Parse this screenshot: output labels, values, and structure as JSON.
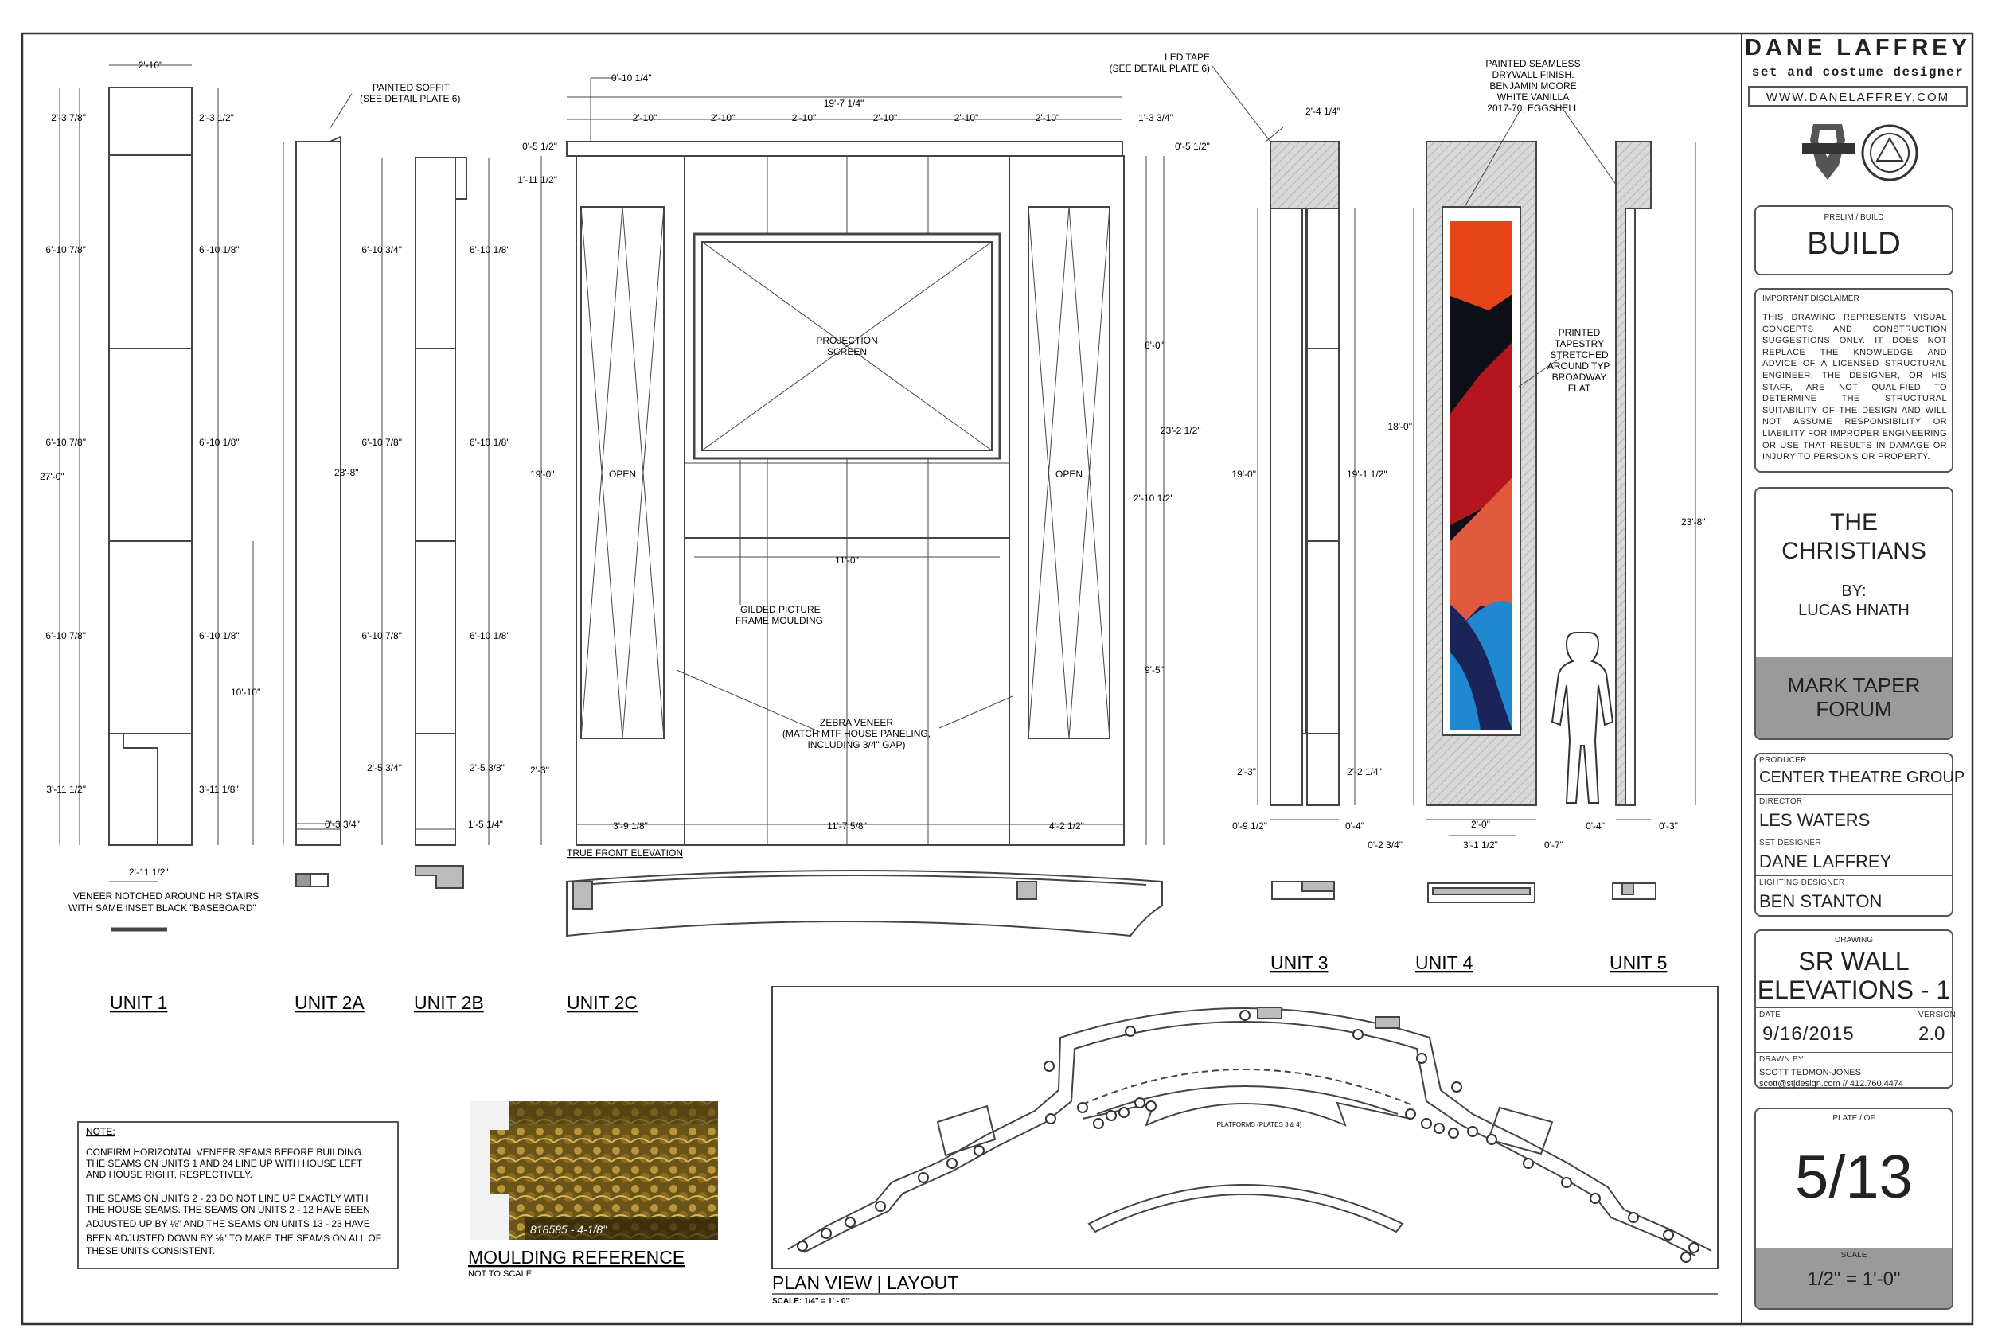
{
  "title_block": {
    "designer_name": "DANE LAFFREY",
    "designer_sub": "set and costume designer",
    "website": "WWW.DANELAFFREY.COM",
    "stage_label": "PRELIM / BUILD",
    "stage": "BUILD",
    "disclaimer_title": "IMPORTANT DISCLAIMER",
    "disclaimer_text": "THIS DRAWING REPRESENTS VISUAL CONCEPTS AND CONSTRUCTION SUGGESTIONS ONLY. IT DOES NOT REPLACE THE KNOWLEDGE AND ADVICE OF A LICENSED STRUCTURAL ENGINEER. THE DESIGNER, OR HIS STAFF, ARE NOT QUALIFIED TO DETERMINE THE STRUCTURAL SUITABILITY OF THE DESIGN AND WILL NOT ASSUME RESPONSIBILITY OR LIABILITY FOR IMPROPER ENGINEERING OR USE THAT RESULTS IN DAMAGE OR INJURY TO PERSONS OR PROPERTY.",
    "show_title_1": "THE",
    "show_title_2": "CHRISTIANS",
    "by_label": "BY:",
    "author": "LUCAS HNATH",
    "venue_1": "MARK TAPER",
    "venue_2": "FORUM",
    "producer_label": "PRODUCER",
    "producer": "CENTER THEATRE GROUP",
    "director_label": "DIRECTOR",
    "director": "LES WATERS",
    "set_designer_label": "SET DESIGNER",
    "set_designer": "DANE LAFFREY",
    "lighting_designer_label": "LIGHTING DESIGNER",
    "lighting_designer": "BEN STANTON",
    "drawing_label": "DRAWING",
    "drawing_1": "SR WALL",
    "drawing_2": "ELEVATIONS - 1",
    "date_label": "DATE",
    "date": "9/16/2015",
    "version_label": "VERSION",
    "version": "2.0",
    "drawn_by_label": "DRAWN BY",
    "drawn_by": "SCOTT TEDMON-JONES",
    "drawn_by_contact": "scott@stjdesign.com // 412.760.4474",
    "plate_label": "PLATE / OF",
    "plate": "5/13",
    "scale_label": "SCALE",
    "scale": "1/2\" = 1'-0\""
  },
  "unit_labels": {
    "unit1": "UNIT 1",
    "unit2a": "UNIT 2A",
    "unit2b": "UNIT 2B",
    "unit2c": "UNIT 2C",
    "unit3": "UNIT 3",
    "unit4": "UNIT 4",
    "unit5": "UNIT 5"
  },
  "annotations": {
    "painted_soffit_1": "PAINTED SOFFIT",
    "painted_soffit_2": "(SEE DETAIL PLATE 6)",
    "led_tape_1": "LED TAPE",
    "led_tape_2": "(SEE DETAIL PLATE 6)",
    "drywall_1": "PAINTED SEAMLESS",
    "drywall_2": "DRYWALL FINISH.",
    "drywall_3": "BENJAMIN MOORE",
    "drywall_4": "WHITE VANILLA",
    "drywall_5": "2017-70, EGGSHELL",
    "projection_1": "PROJECTION",
    "projection_2": "SCREEN",
    "open": "OPEN",
    "gilded_1": "GILDED PICTURE",
    "gilded_2": "FRAME MOULDING",
    "zebra_1": "ZEBRA VENEER",
    "zebra_2": "(MATCH MTF HOUSE PANELING,",
    "zebra_3": "INCLUDING 3/4\" GAP)",
    "tapestry_1": "PRINTED",
    "tapestry_2": "TAPESTRY",
    "tapestry_3": "STRETCHED",
    "tapestry_4": "AROUND TYP.",
    "tapestry_5": "BROADWAY",
    "tapestry_6": "FLAT",
    "veneer_1": "VENEER NOTCHED AROUND HR STAIRS",
    "veneer_2": "WITH SAME INSET BLACK \"BASEBOARD\"",
    "true_front": "TRUE FRONT ELEVATION",
    "platforms": "PLATFORMS (PLATES 3 & 4)"
  },
  "dimensions": {
    "u1_top": "2'-10\"",
    "u1_l1": "2'-3 7/8\"",
    "u1_r1": "2'-3 1/2\"",
    "u1_l2": "6'-10 7/8\"",
    "u1_r2": "6'-10 1/8\"",
    "u1_l3": "6'-10 7/8\"",
    "u1_r3": "6'-10 1/8\"",
    "u1_l4": "6'-10 7/8\"",
    "u1_r4": "6'-10 1/8\"",
    "u1_l5": "3'-11 1/2\"",
    "u1_r5": "3'-11 1/8\"",
    "u1_total": "27'-0\"",
    "u1_side": "10'-10\"",
    "u1_bottom": "2'-11 1/2\"",
    "u2a_h": "23'-8\"",
    "u2a_w": "0'-3 3/4\"",
    "u2b_l1": "6'-10 3/4\"",
    "u2b_r1": "6'-10 1/8\"",
    "u2b_l2": "6'-10 7/8\"",
    "u2b_r2": "6'-10 1/8\"",
    "u2b_l3": "6'-10 7/8\"",
    "u2b_r3": "6'-10 1/8\"",
    "u2b_l4": "2'-5 3/4\"",
    "u2b_r4": "2'-5 3/8\"",
    "u2b_w": "1'-5 1/4\"",
    "u2c_top": "0'-10 1/4\"",
    "u2c_total": "19'-7 1/4\"",
    "u2c_seg": "2'-10\"",
    "u2c_right": "1'-3 3/4\"",
    "u2c_tl": "0'-5 1/2\"",
    "u2c_tr": "0'-5 1/2\"",
    "u2c_l2": "1'-11 1/2\"",
    "u2c_h": "19'-0\"",
    "u2c_bl": "2'-3\"",
    "u2c_screen": "11'-0\"",
    "u2c_r1": "8'-0\"",
    "u2c_r2": "23'-2 1/2\"",
    "u2c_r3": "2'-10 1/2\"",
    "u2c_r4": "9'-5\"",
    "u2c_b1": "3'-9 1/8\"",
    "u2c_b2": "11'-7 5/8\"",
    "u2c_b3": "4'-2 1/2\"",
    "u3_top": "2'-4 1/4\"",
    "u3_h": "19'-0\"",
    "u3_h2": "19'-1 1/2\"",
    "u3_b1": "2'-3\"",
    "u3_b2": "2'-2 1/4\"",
    "u3_w1": "0'-9 1/2\"",
    "u3_w2": "0'-4\"",
    "u4_h": "18'-0\"",
    "u4_w": "2'-0\"",
    "u4_w2": "3'-1 1/2\"",
    "u4_l": "0'-2 3/4\"",
    "u4_r": "0'-7\"",
    "u5_h": "23'-8\"",
    "u5_w1": "0'-4\"",
    "u5_w2": "0'-3\""
  },
  "note": {
    "title": "NOTE:",
    "p1": [
      "CONFIRM HORIZONTAL VENEER SEAMS BEFORE BUILDING.",
      "THE SEAMS ON UNITS 1 AND 24 LINE UP WITH HOUSE LEFT",
      "AND HOUSE RIGHT, RESPECTIVELY."
    ],
    "p2": [
      "THE SEAMS ON UNITS 2 - 23 DO NOT LINE UP EXACTLY WITH",
      "THE HOUSE SEAMS. THE SEAMS ON UNITS 2 - 12 HAVE BEEN",
      "ADJUSTED UP BY ⅛\" AND THE SEAMS ON UNITS 13 - 23 HAVE",
      "BEEN ADJUSTED DOWN BY ⅛\" TO MAKE THE SEAMS ON ALL OF",
      "THESE UNITS CONSISTENT."
    ]
  },
  "moulding": {
    "code": "818585 - 4-1/8\"",
    "title": "MOULDING REFERENCE",
    "sub": "NOT TO SCALE"
  },
  "plan_view": {
    "title": "PLAN VIEW | LAYOUT",
    "scale": "SCALE: 1/4\" = 1' - 0\""
  },
  "colors": {
    "line": "#444444",
    "tapestry_orange": "#e8441c",
    "tapestry_red": "#b3161d",
    "tapestry_coral": "#e25a3d",
    "tapestry_blue": "#1e88d0",
    "tapestry_navy": "#1a2458",
    "title_gray": "#9a9a9a"
  }
}
